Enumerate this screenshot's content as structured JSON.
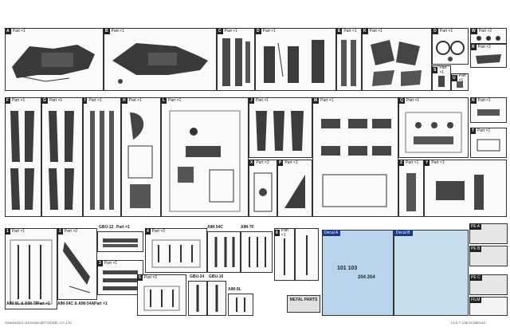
{
  "sprues": [
    {
      "id": "A",
      "count": "Part ×1"
    },
    {
      "id": "B",
      "count": "Part ×1"
    },
    {
      "id": "C",
      "count": "Part ×1"
    },
    {
      "id": "D",
      "count": "Part ×1"
    },
    {
      "id": "E",
      "count": "Part ×1"
    },
    {
      "id": "K",
      "count": "Part ×1"
    },
    {
      "id": "O",
      "count": "Part ×1"
    },
    {
      "id": "W",
      "count": "Part ×2"
    },
    {
      "id": "R",
      "count": "Part ×2"
    },
    {
      "id": "S",
      "count": "Part ×1"
    },
    {
      "id": "U",
      "count": "Part ×1"
    },
    {
      "id": "F",
      "count": "Part ×1"
    },
    {
      "id": "G",
      "count": "Part ×1"
    },
    {
      "id": "I",
      "count": "Part ×1"
    },
    {
      "id": "H",
      "count": "Part ×1"
    },
    {
      "id": "L",
      "count": "Part ×1"
    },
    {
      "id": "J",
      "count": "Part ×1"
    },
    {
      "id": "M",
      "count": "Part ×1"
    },
    {
      "id": "Q",
      "count": "Part ×1"
    },
    {
      "id": "N",
      "count": "Part ×1"
    },
    {
      "id": "T",
      "count": "Part ×1"
    },
    {
      "id": "X",
      "count": "Part ×2"
    },
    {
      "id": "P",
      "count": "Part ×1"
    },
    {
      "id": "Z",
      "count": "Part ×1"
    },
    {
      "id": "Y",
      "count": "Part ×1"
    },
    {
      "id": "1",
      "count": "Part ×1"
    },
    {
      "id": "2",
      "count": "Part ×2"
    },
    {
      "id": "3",
      "count": "Part ×1"
    },
    {
      "id": "4",
      "count": "Part ×2"
    },
    {
      "id": "5",
      "count": "Part ×2"
    },
    {
      "id": "6",
      "count": "Part ×1"
    }
  ],
  "labels": {
    "gbu12": "GBU-12",
    "aim54c": "AIM-54C",
    "aim7f": "AIM-7F",
    "aim9l_aim7f": "AIM-9L & AIM-7F",
    "aim54c_aim54a": "AIM-54C & AIM-54A",
    "aim9l": "AIM-9L",
    "gbu24": "GBU-24",
    "gbu16": "GBU-16",
    "metal_parts": "METAL PARTS",
    "part_x1": "Part ×1",
    "part_x2": "Part ×2"
  },
  "decals": {
    "a": {
      "title": "Decal A",
      "nums1": "101  103",
      "nums2": "204  204"
    },
    "b": {
      "title": "Decal B"
    }
  },
  "pe": [
    "PE A",
    "PE B",
    "PE C",
    "FILM"
  ],
  "footer": {
    "left": "SHANGHAI L-DA ROAD ART MODEL CO.,LTD",
    "right": "L4-E-T  1/48 SCHEDULE"
  }
}
